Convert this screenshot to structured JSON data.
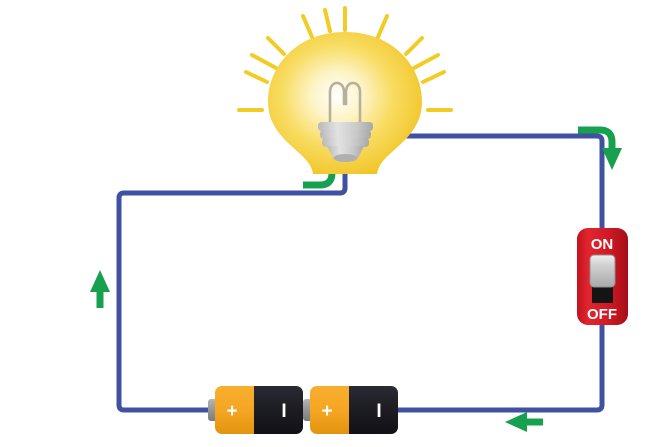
{
  "diagram": {
    "title": "Simple electrical circuit with light bulb, batteries and switch",
    "background_color": "#ffffff"
  },
  "wire": {
    "color": "#3f51a0",
    "width": 5
  },
  "current_arrows": {
    "color": "#17a04e",
    "items": [
      {
        "name": "arrow-into-bulb",
        "shape": "curved-up",
        "direction": "up"
      },
      {
        "name": "arrow-top-right-corner",
        "shape": "curved-down",
        "direction": "down"
      },
      {
        "name": "arrow-left-side",
        "shape": "straight",
        "direction": "up"
      },
      {
        "name": "arrow-bottom",
        "shape": "straight",
        "direction": "left"
      }
    ]
  },
  "bulb": {
    "name": "light-bulb",
    "state": "lit",
    "glass_color": "#f5c823",
    "glow_center_color": "#ffffff",
    "base_color": "#cfcfcf",
    "filament_color": "#b7b09a",
    "rays_color": "#f2cc24",
    "ray_count": 12
  },
  "switch": {
    "name": "power-switch",
    "body_color": "#d8202f",
    "knob_color": "#bdbdbd",
    "track_color": "#141414",
    "state": "ON",
    "labels": {
      "on": "ON",
      "off": "OFF"
    }
  },
  "batteries": [
    {
      "name": "battery-1",
      "positive_label": "+",
      "negative_label": "I",
      "positive_color": "#f5a623",
      "negative_color": "#1c1c22",
      "terminal_color": "#9a9a9a"
    },
    {
      "name": "battery-2",
      "positive_label": "+",
      "negative_label": "I",
      "positive_color": "#f5a623",
      "negative_color": "#1c1c22",
      "terminal_color": "#9a9a9a"
    }
  ]
}
